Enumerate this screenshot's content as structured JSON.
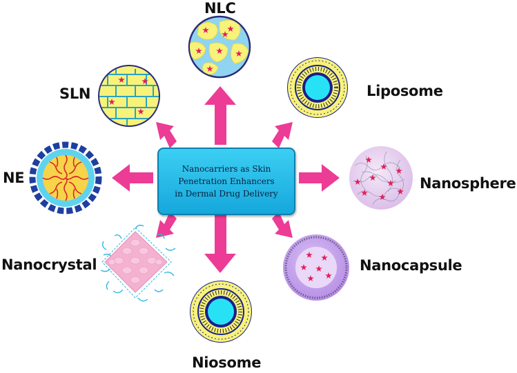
{
  "center": {
    "line1": "Nanocarriers as Skin",
    "line2": "Penetration Enhancers",
    "line3": "in Dermal Drug Delivery"
  },
  "labels": {
    "nlc": "NLC",
    "sln": "SLN",
    "liposome": "Liposome",
    "ne": "NE",
    "nanosphere": "Nanosphere",
    "nanocrystal": "Nanocrystal",
    "nanocapsule": "Nanocapsule",
    "niosome": "Niosome"
  },
  "colors": {
    "arrow": "#ec3c96",
    "center_fill": "#22b8e6",
    "lipid_yellow": "#f7f27a",
    "core_cyan": "#27e2f5",
    "head_navy": "#1b1f8a",
    "star_red": "#e0205a",
    "nlc_bg": "#8fd4f0",
    "sln_grid": "#2aa3c0",
    "sphere_lilac": "#e6cff0",
    "capsule_purple": "#c9a6ee",
    "crystal_pink": "#f4b2d0",
    "crystal_mesh": "#2eb6e0"
  }
}
